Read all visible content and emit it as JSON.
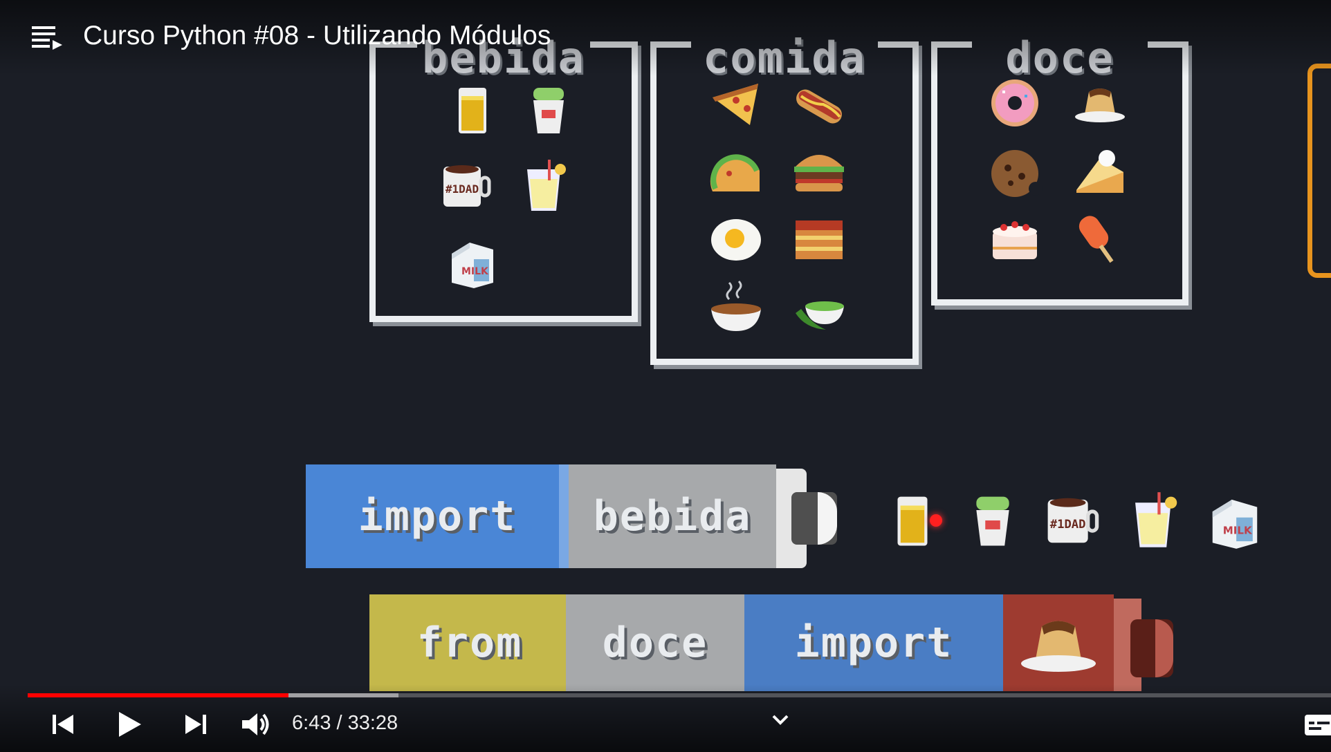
{
  "header": {
    "video_title": "Curso Python #08 - Utilizando Módulos",
    "playlist_icon": "playlist-icon"
  },
  "boxes": [
    {
      "label": "bebida",
      "items": [
        "juice-glass-icon",
        "slushie-cup-icon",
        "coffee-mug-icon",
        "lemonade-glass-icon",
        "milk-carton-icon"
      ]
    },
    {
      "label": "comida",
      "items": [
        "pizza-slice-icon",
        "hotdog-icon",
        "taco-icon",
        "burger-icon",
        "fried-egg-icon",
        "lasagna-icon",
        "soup-bowl-icon",
        "pea-bowl-icon"
      ]
    },
    {
      "label": "doce",
      "items": [
        "donut-icon",
        "pudding-icon",
        "cookie-icon",
        "pie-slice-icon",
        "cake-icon",
        "popsicle-icon"
      ]
    }
  ],
  "code_line_1": {
    "keyword": "import",
    "module": "bebida",
    "items": [
      "juice-glass-icon",
      "slushie-cup-icon",
      "coffee-mug-icon",
      "lemonade-glass-icon",
      "milk-carton-icon"
    ]
  },
  "code_line_2": {
    "from_keyword": "from",
    "module": "doce",
    "import_keyword": "import",
    "item": "pudding-icon"
  },
  "colors": {
    "import_block": "#4a86d6",
    "module_block": "#a7a9ab",
    "from_block": "#c4b84b",
    "item_block": "#9e3b30",
    "progress_played": "#ff0000",
    "background": "#1b1e26"
  },
  "player": {
    "current_time": "6:43",
    "separator": " / ",
    "duration": "33:28",
    "time_display": "6:43 / 33:28",
    "progress": 0.2
  }
}
